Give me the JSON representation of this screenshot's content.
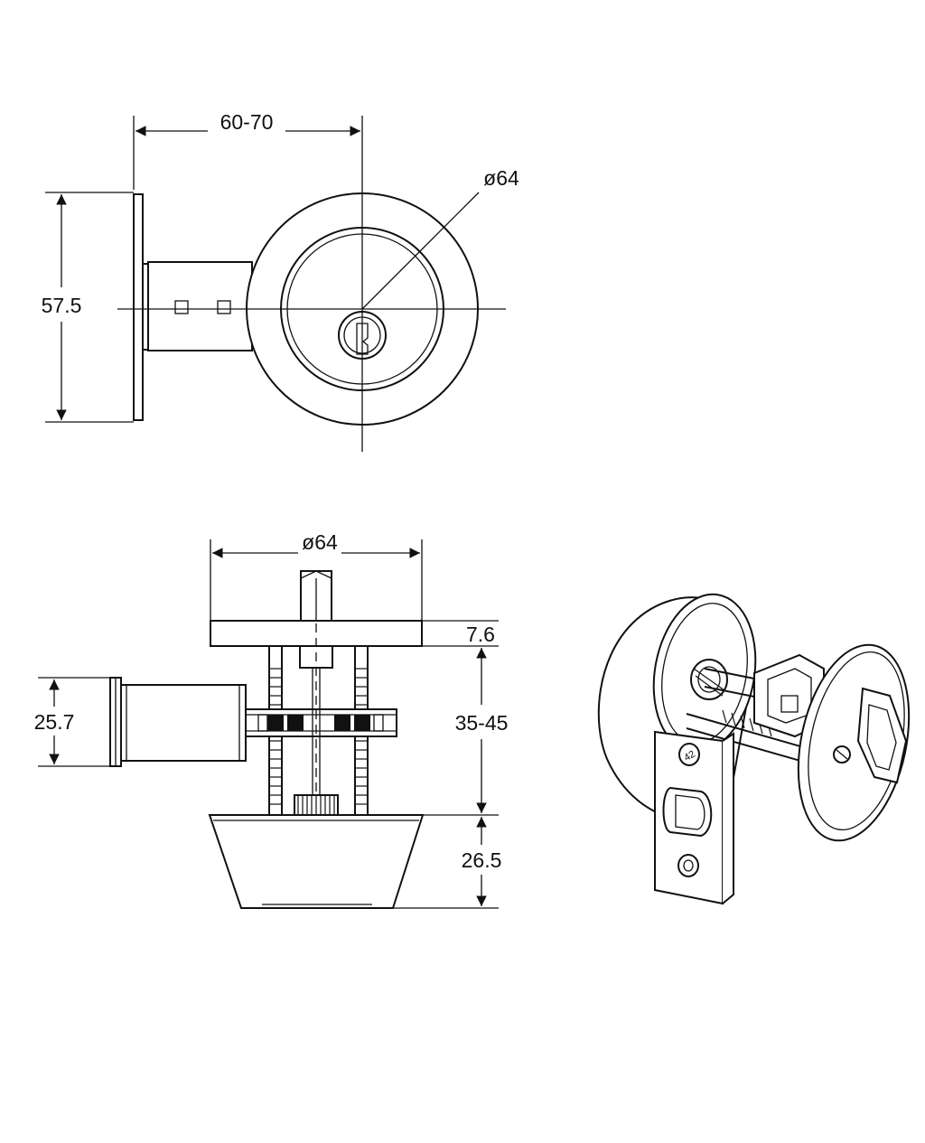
{
  "front_view": {
    "width_dim": "60-70",
    "diameter_dim": "ø64",
    "height_dim": "57.5"
  },
  "side_view": {
    "diameter_dim": "ø64",
    "rose_thickness_dim": "7.6",
    "door_thickness_dim": "35-45",
    "cylinder_dim": "25.7",
    "housing_depth_dim": "26.5"
  },
  "iso_view": {
    "latch_plate_mark": "42"
  },
  "colors": {
    "line": "#111111",
    "background": "#ffffff"
  }
}
